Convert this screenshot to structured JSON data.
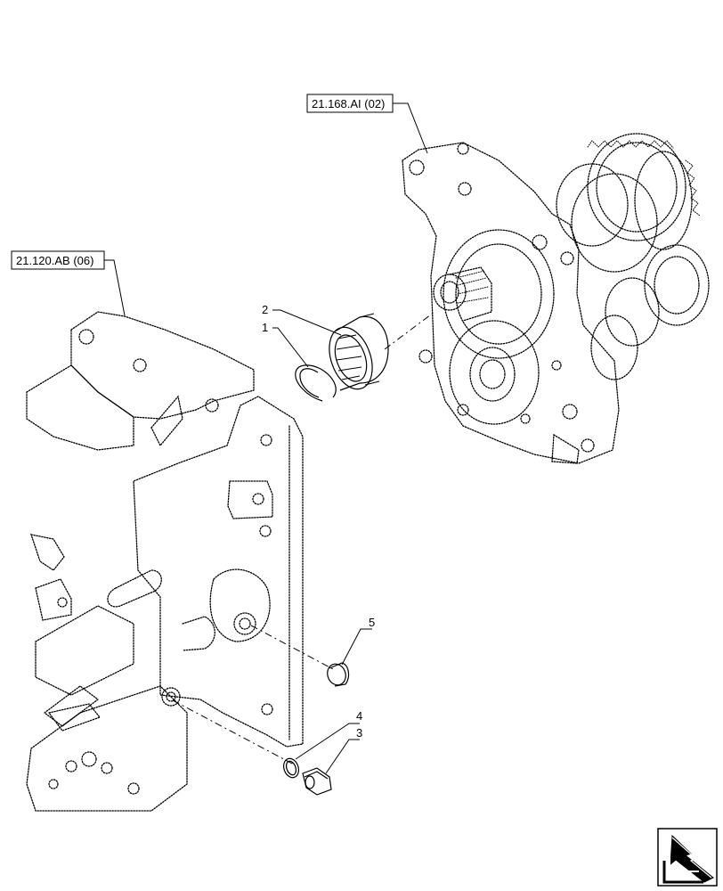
{
  "references": [
    {
      "id": "ref-21-168",
      "text": "21.168.AI (02)"
    },
    {
      "id": "ref-21-120",
      "text": "21.120.AB (06)"
    }
  ],
  "callouts": [
    "1",
    "2",
    "3",
    "4",
    "5"
  ],
  "nav_icon": "arrow-back-icon"
}
